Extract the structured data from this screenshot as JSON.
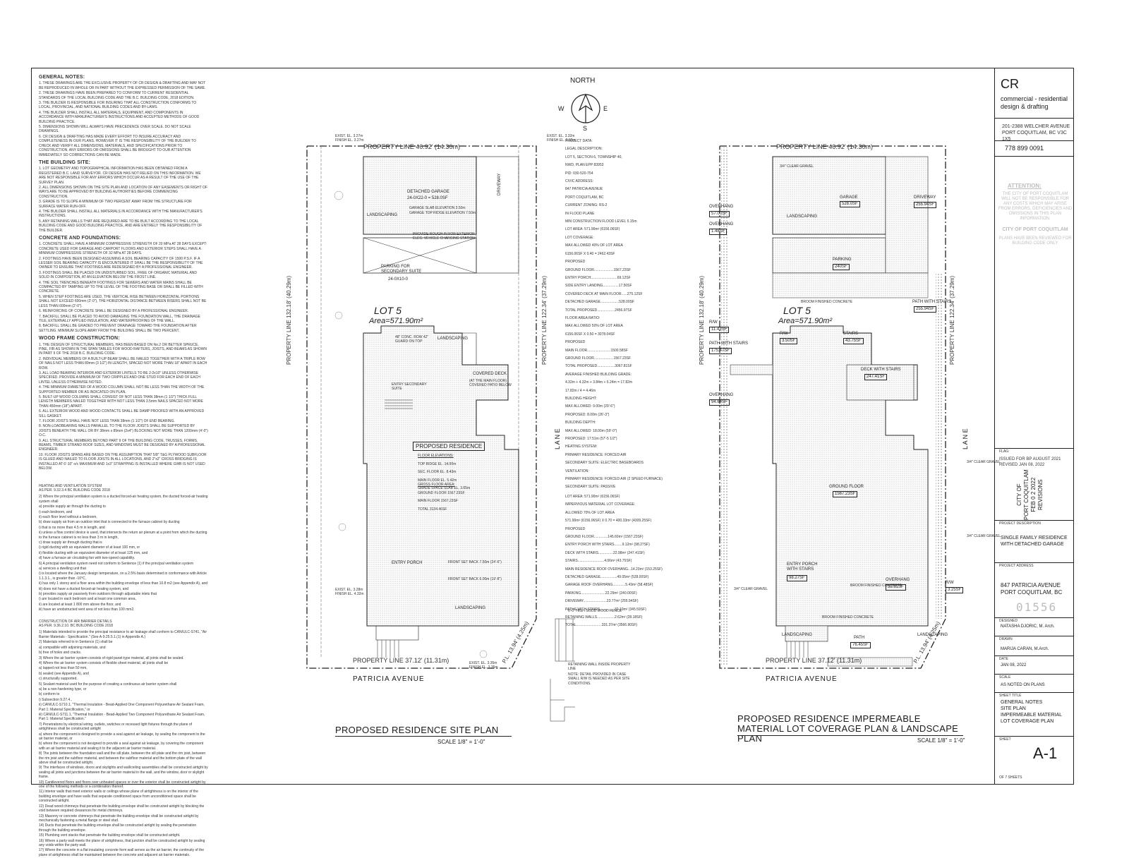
{
  "general_notes": {
    "title": "GENERAL NOTES:",
    "items": [
      "1. THESE DRAWINGS ARE THE EXCLUSIVE PROPERTY OF CR DESIGN & DRAFTING AND MAY NOT BE REPRODUCED IN WHOLE OR IN PART WITHOUT THE EXPRESSED PERMISSION OF THE SAME.",
      "2. THESE DRAWINGS HAVE BEEN PREPARED TO CONFORM TO CURRENT RESIDENTIAL STANDARDS OF THE LOCAL BUILDING CODE AND THE B.C. BUILDING CODE, 2018 EDITION.",
      "3. THE BUILDER IS RESPONSIBLE FOR INSURING THAT ALL CONSTRUCTION CONFORMS TO LOCAL, PROVINCIAL, AND NATIONAL BUILDING CODES AND BY-LAWS.",
      "4. THE BUILDER SHALL INSTALL ALL MATERIALS, EQUIPMENT, AND COMPONENTS IN ACCORDANCE WITH MANUFACTURER'S INSTRUCTIONS AND ACCEPTED METHODS OF GOOD BUILDING PRACTICE.",
      "5. DIMENSIONS SHOWN WILL ALWAYS HAVE PRECEDENCE OVER SCALE. DO NOT SCALE DRAWINGS.",
      "6. CR DESIGN & DRAFTING HAS MADE EVERY EFFORT TO INSURE ACCURACY AND COMPLETENESS IN OUR PLANS. HOWEVER IT IS THE RESPONSIBILITY OF THE BUILDER TO CHECK AND VERIFY ALL DIMENSIONS, MATERIALS, AND SPECIFICATIONS PRIOR TO CONSTRUCTION. ANY ERRORS OR OMISSIONS SHALL BE BROUGHT TO OUR ATTENTION IMMEDIATELY SO CORRECTIONS CAN BE MADE."
    ]
  },
  "building_site": {
    "title": "THE BUILDING SITE:",
    "items": [
      "1. LOT GEOMETRY AND TOPOGRAPHICAL INFORMATION HAS BEEN OBTAINED FROM A REGISTERED B.C. LAND SURVEYOR. CR DESIGN HAS NOT RELIED ON THIS INFORMATION. WE ARE NOT RESPONSIBLE FOR ANY ERRORS WHICH OCCUR AS A RESULT OF THE USE OF THE SURVEY PLAN.",
      "2. ALL DIMENSIONS SHOWN ON THE SITE PLAN AND LOCATION OF ANY EASEMENTS OR RIGHT OF WAYS ARE TO BE APPROVED BY BUILDING AUTHORITIES BEFORE COMMENCING CONSTRUCTION.",
      "3. GRADE IS TO SLOPE A MINIMUM OF TWO PERCENT AWAY FROM THE STRUCTURE FOR SURFACE WATER RUN-OFF.",
      "4. THE BUILDER SHALL INSTALL ALL MATERIALS IN ACCORDANCE WITH THE MANUFACTURER'S INSTRUCTIONS.",
      "5. ANY RETAINING WALLS THAT ARE REQUIRED ARE TO BE BUILT ACCORDING TO THE LOCAL BUILDING CODE AND GOOD BUILDING PRACTICE, AND ARE ENTIRELY THE RESPONSIBILITY OF THE BUILDER."
    ]
  },
  "concrete": {
    "title": "CONCRETE AND FOUNDATIONS:",
    "items": [
      "1. CONCRETE SHALL HAVE A MINIMUM COMPRESSIVE STRENGTH OF 20 MPa AT 28 DAYS EXCEPT: CONCRETE USED FOR GARAGE AND CARPORT FLOORS AND EXTERIOR STEPS SHALL HAVE A MINIMUM COMPRESSIVE STRENGTH OF 32 MPa AT 28 DAYS.",
      "2. FOOTINGS HAVE BEEN DESIGNED ASSUMING A SOIL BEARING CAPACITY OF 1500 P.S.F. IF A LESSER SOIL BEARING CAPACITY IS ENCOUNTERED IT SHALL BE THE RESPONSIBILITY OF THE OWNER TO ENSURE THAT FOOTINGS ARE REDESIGNED BY A PROFESSIONAL ENGINEER.",
      "3. FOOTINGS SHALL BE PLACED ON UNDISTURBED SOIL, FREE OF ORGANIC MATERIAL AND SOLID IN COMPOSITION, AT AN ELEVATION BELOW THE FROST LINE.",
      "4. THE SOIL TRENCHES BENEATH FOOTINGS FOR SEWERS AND WATER MAINS SHALL BE COMPACTED BY TAMPING UP TO THE LEVEL OF THE FOOTING BASE OR SHALL BE FILLED WITH CONCRETE.",
      "5. WHEN STEP FOOTINGS ARE USED, THE VERTICAL RISE BETWEEN HORIZONTAL PORTIONS SHALL NOT EXCEED 600mm (2'-0\"), THE HORIZONTAL DISTANCE BETWEEN RISERS SHALL NOT BE LESS THAN 600mm (2'-0\").",
      "6. REINFORCING OF CONCRETE SHALL BE DESIGNED BY A PROFESSIONAL ENGINEER.",
      "7. BACKFILL SHALL BE PLACED TO AVOID DAMAGING THE FOUNDATION WALL, THE DRAINAGE TILE, EXTERNALLY APPLIED INSULATION, AND WATERPROOFING OF THE WALL.",
      "8. BACKFILL SHALL BE GRADED TO PREVENT DRAINAGE TOWARD THE FOUNDATION AFTER SETTLING. MINIMUM SLOPE AWAY FROM THE BUILDING SHALL BE TWO PERCENT."
    ]
  },
  "wood_frame": {
    "title": "WOOD FRAME CONSTRUCTION:",
    "items": [
      "1. THE DESIGN OF STRUCTURAL MEMBERS, HAS BEEN BASED ON No.2 OR BETTER SPRUCE, PINE, FIR AS SHOWN IN THE SPAN TABLES FOR WOOD RAFTERS, JOISTS, AND BEAMS AS SHOWN IN PART 9 OF THE 2018 B.C. BUILDING CODE.",
      "2. INDIVIDUAL MEMBERS OF A BUILT-UP BEAM SHALL BE NAILED TOGETHER WITH A TRIPLE ROW OF NAILS NOT LESS THAN 89mm (3 1/2\") IN LENGTH, SPACED NOT MORE THAN 18\" APART IN EACH ROW.",
      "3. ALL LOAD BEARING INTERIOR AND EXTERIOR LINTELS TO BE 2-2x10\" UNLESS OTHERWISE SPECIFIED. PROVIDE A MINIMUM OF TWO CRIPPLES AND ONE STUD FOR EACH END OF EACH LINTEL UNLESS OTHERWISE NOTED.",
      "4. THE MINIMUM DIAMETER OF A WOOD COLUMN SHALL NOT BE LESS THAN THE WIDTH OF THE SUPPORTED MEMBER OR AS INDICATED ON PLAN.",
      "5. BUILT-UP WOOD COLUMNS SHALL CONSIST OF NOT LESS THAN 38mm (1 1/2\") THICK FULL LENGTH MEMBERS NAILED TOGETHER WITH NOT LESS THAN 3.5mm NAILS SPACED NOT MORE THAN 450mm (18\") APART.",
      "6. ALL EXTERIOR WOOD AND WOOD CONTACTS SHALL BE DAMP PROOFED WITH AN APPROVED SILL GASKET.",
      "7. FLOOR JOISTS SHALL HAVE NOT LESS THAN 38mm (1 1/2\") OF END BEARING.",
      "8. NON-LOADBEARING WALLS PARALLEL TO THE FLOOR JOISTS SHALL BE SUPPORTED BY JOISTS BENEATH THE WALL OR BY 38mm x 89mm (2x4\") BLOCKING NOT MORE THAN 1200mm (4'-0\") O.C.",
      "9. ALL STRUCTURAL MEMBERS BEYOND PART 9 OF THE BUILDING CODE, TRUSSES, FORMS, BEAMS, TIMBER STRAND ROOF SIZES, AND WINDOWS MUST BE DESIGNED BY A PROFESSIONAL ENGINEER.",
      "10. FLOOR JOISTS SPANS ARE BASED ON THE ASSUMPTION THAT 5/8\" T&G PLYWOOD SUBFLOOR IS GLUED AND NAILED TO FLOOR JOISTS IN ALL LOCATIONS, AND 2\"x2\" CROSS BRIDGING IS INSTALLED AT 6'-10\" o/c MAXIMUM AND 1x3\" STRAPPING IS INSTALLED WHERE GWB IS NOT USED BELOW."
    ]
  },
  "heating": {
    "title": "HEATING AND VENTILATION SYSTEM",
    "subtitle": "AS PER. 9.32.3.4 BC BUILDING CODE 2018",
    "items": [
      "2) Where the principal ventilation system is a ducted forced-air heating system, the ducted forced-air heating system shall",
      "a) provide supply air through the ducting to",
      "i) each bedroom, and",
      "ii) each floor level without a bedroom,",
      "b) draw supply air from an outdoor inlet that is connected to the furnace cabinet by ducting",
      "i) that is no more than 4.5 m in length, and",
      "ii) unless a flow control device is used, that intersects the return air plenum at a point from which the ducting to the furnace cabinet is no less than 3 m in length,",
      "c) draw supply air through ducting that is",
      "i) rigid ducting with an equivalent diameter of at least 100 mm, or",
      "ii) flexible ducting with an equivalent diameter of at least 125 mm, and",
      "d) have a furnace air circulating fan with two-speed capability.",
      "6) A principal ventilation system need not conform to Sentence (1) if the principal ventilation system",
      "a) services a dwelling unit that",
      "i) is located where the January design temperature, on a 2.5% basis determined in conformance with Article 1.1.3.1., is greater than -10°C,",
      "ii) has only 1 storey and a floor area within the building envelope of less than 10.8 m2 (see Appendix A), and",
      "iii) does not have a ducted forced-air heating system, and",
      "b) provides supply air passively from outdoors through adjustable inlets that",
      "i) are located in each bedroom and at least one common area,",
      "ii) are located at least 1 800 mm above the floor, and",
      "iii) have an unobstructed vent area of not less than 100 mm2."
    ]
  },
  "air_barrier": {
    "title": "CONSTRUCTION OF AIR BARRIER DETAILS",
    "subtitle": "AS PER. 9.36.2.10. BC BUILDING CODE 2018",
    "items": [
      "1) Materials intended to provide the principal resistance to air leakage shall conform to CAN/ULC-S741, \"Air Barrier Materials - Specification.\" (See A-9.25.5.1.(1) in Appendix A.)",
      "2) Materials referred to in Sentence (1) shall be",
      "a) compatible with adjoining materials, and",
      "b) free of holes and cracks.",
      "3) Where the air barrier system consists of rigid panel-type material, all joints shall be sealed.",
      "4) Where the air barrier system consists of flexible sheet material, all joints shall be",
      "a) lapped not less than 50 mm,",
      "b) sealed (see Appendix A), and",
      "c) structurally supported.",
      "5) Sealant material used for the purpose of creating a continuous air barrier system shall",
      "a) be a non-hardening type, or",
      "b) conform to",
      "i) Subsection 9.27.4.,",
      "ii) CAN/ULC-S710.1, \"Thermal Insulation - Bead-Applied One Component Polyurethane Air Sealant Foam, Part 1: Material Specification,\" or",
      "iii) CAN/ULC-S711.1, \"Thermal Insulation - Bead-Applied Two Component Polyurethane Air Sealant Foam, Part 1: Material Specification.\"",
      "7) Penetrations by electrical wiring, outlets, switches or recessed light fixtures through the plane of airtightness shall be constructed airtight",
      "a) where the component is designed to provide a seal against air leakage, by sealing the component to the air barrier material, or",
      "b) where the component is not designed to provide a seal against air leakage, by covering the component with an air barrier material and sealing it to the adjacent air barrier material.",
      "8) The joints between the foundation wall and the sill plate, between the sill plate and the rim joist, between the rim joist and the subfloor material, and between the subfloor material and the bottom plate of the wall above shall be constructed airtight.",
      "9) The interfaces of windows, doors and skylights and wall/ceiling assemblies shall be constructed airtight by sealing all joints and junctions between the air barrier material in the wall, and the window, door or skylight frame.",
      "10) Cantilevered floors and floors over unheated spaces or over the exterior shall be constructed airtight by one of the following methods or a combination thereof.",
      "11) Interior walls that meet exterior walls or ceilings whose plane of airtightness is on the interior of the building envelope and have walls that separate conditioned space from unconditioned space shall be constructed airtight.",
      "12) Dead wood chimneys that penetrate the building envelope shall be constructed airtight by blocking the void between required clearances for metal chimneys.",
      "13) Masonry or concrete chimneys that penetrate the building envelope shall be constructed airtight by mechanically fastening a metal flange or steel stud.",
      "14) Ducts that penetrate the building envelope shall be constructed airtight by sealing the penetration through the building envelope.",
      "15) Plumbing vent stacks that penetrate the building envelope shall be constructed airtight.",
      "16) Where a party wall meets the plane of airtightness, that junction shall be constructed airtight by sealing any voids within the party wall.",
      "17) Where the concrete in a flat insulating concrete form wall serves as the air barrier, the continuity of the plane of airtightness shall be maintained between the concrete and adjacent air barrier materials."
    ]
  },
  "north": {
    "label": "NORTH",
    "w": "W",
    "e": "E",
    "s": "S"
  },
  "project_data": {
    "title": "PROJECT DATA:",
    "legal_title": "LEGAL DESCRIPTION:",
    "legal": [
      "LOT 5, SECTION 6, TOWNSHIP 40,",
      "NWD, PLAN EPP 83953",
      "PID: 030-520-754"
    ],
    "civic_title": "CIVIC ADDRESS:",
    "civic": [
      "847 PATRICIA AVENUE",
      "PORT COQUITLAM, BC"
    ],
    "zoning": [
      "CURRENT ZONING: RS-2",
      "IN FLOOD PLANE",
      "MIN CONSTRUCTION FLOOD LEVEL 5.15m"
    ],
    "lot_area": "LOT AREA: 571.90m² (6156.06SF)",
    "coverage_title": "LOT COVERAGE:",
    "coverage": [
      "MAX ALLOWED 40% OF LOT AREA",
      "6156.06SF X 0.40 = 2462.43SF",
      "PROPOSED",
      "GROUND FLOOR....................1567.23SF",
      "ENTRY PORCH...........................69.12SF",
      "SIDE ENTRY LANDING................17.50SF",
      "COVERED DECK AT MAIN FLOOR......275.12SF",
      "DETACHED GARAGE...................528.00SF",
      "TOTAL PROPOSED..................2456.97SF"
    ],
    "far_title": "FLOOR AREA RATIO:",
    "far": [
      "MAX ALLOWED 50% OF LOT AREA",
      "6156.06SF X 0.50 = 3078.04SF",
      "PROPOSED",
      "MAIN FLOOR........................1500.58SF",
      "GROUND FLOOR....................1567.23SF",
      "TOTAL PROPOSED..................3067.81SF"
    ],
    "grade_title": "AVERAGE FINISHED BUILDING GRADE:",
    "grade": [
      "4.32m + 4.32m + 3.84m + 5.24m = 17.82m",
      "17.82m / 4 = 4.46m"
    ],
    "height_title": "BUILDING HEIGHT:",
    "height": [
      "MAX ALLOWED: 9.00m (29'-6\")",
      "PROPOSED: 8.00m (26'-3\")"
    ],
    "depth_title": "BUILDING DEPTH:",
    "depth": [
      "MAX ALLOWED: 18.00m (59'-0\")",
      "PROPOSED: 17.51m (57'-5 1/2\")"
    ],
    "heating_title": "HEATING SYSTEM:",
    "heating": [
      "PRIMARY RESIDENCE: FORCED AIR",
      "SECONDARY SUITE: ELECTRIC BASEBOARDS"
    ],
    "vent_title": "VENTILATION:",
    "vent": [
      "PRIMARY RESIDENCE: FORCED AIR (2 SPEED FURNACE)",
      "SECONDARY SUITE: PASSIVE"
    ],
    "lot_area2": "LOT AREA: 571.90m² (6156.06SF)",
    "imperv_title": "IMPERVIOUS MATERIAL LOT COVERAGE:",
    "imperv": [
      "ALLOWED 70% OF LOT AREA",
      "571.90m² (6156.06SF) X 0.70 = 400.33m² (4309.25SF)",
      "PROPOSED",
      "GROUND FLOOR..............145.60m² (1567.23SF)",
      "ENTRY PORCH WITH STAIRS........9.12m² (98.27SF)",
      "DECK WITH STAIRS...............22.98m² (247.41SF)",
      "STAIRS...........................4.06m² (43.75SF)",
      "MAIN RESIDENCE ROOF OVERHANG...14.23m² (153.25SF)",
      "DETACHED GARAGE.................49.05m² (528.00SF)",
      "GARAGE ROOF OVERHANG.............5.43m² (58.48SF)",
      "PARKING.........................22.29m² (240.00SF)",
      "DRIVEWAY........................23.77m² (255.94SF)",
      "PATHS WITH STAIRS...............32.10m² (345.59SF)",
      "RETAINING WALLS..................2.62m² (28.18SF)",
      "TOTAL..........................331.37m² (3566.90SF)"
    ]
  },
  "site_plan": {
    "title": "PROPOSED RESIDENCE SITE PLAN",
    "scale": "SCALE 1/8\" = 1'-0\"",
    "pl_top": "PROPERTY LINE 46.92' (14.30m)",
    "pl_bottom": "PROPERTY LINE 37.12' (11.31m)",
    "pl_left": "PROPERTY LINE 132.18' (40.29m)",
    "pl_right": "PROPERTY LINE 122.34' (37.29m)",
    "pl_corner": "P.L. 13.94' (4.25m)",
    "street": "PATRICIA AVENUE",
    "lane": "L A N E",
    "lot": "LOT 5",
    "area": "Area=571.90m²",
    "garage": "DETACHED GARAGE",
    "garage_area": "24-0X22-0 = 528.0SF",
    "garage_slab": "GARAGE SLAB ELEVATION   3.50m",
    "garage_top": "GARAGE TOP RIDGE ELEVATION   7.50m",
    "parking": "PARKING FOR SECONDARY SUITE",
    "parking_dim": "24-0X10-0",
    "covered_deck": "COVERED DECK",
    "covered_deck_sub": "(AT THE MAIN FLOOR) COVERED PATIO BELOW",
    "residence": "PROPOSED RESIDENCE",
    "floor_elev_title": "FLOOR ELEVATIONS:",
    "floor_elev": [
      "TOP RIDGE EL. 14.00m",
      "SEC. FLOOR EL. 8.43m",
      "MAIN FLOOR EL. 5.42m",
      "GRADE SPACE SLAB EL. 3.65m"
    ],
    "gross_title": "GROSS FLOOR AREA:",
    "gross": [
      "GROUND FLOOR 1567.23SF",
      "MAIN FLOOR 1567.23SF",
      "TOTAL 3134.46SF"
    ],
    "entry_porch": "ENTRY PORCH",
    "landscaping": "LANDSCAPING",
    "driveway": "DRIVEWAY",
    "front_setback1": "FRONT SET BACK 7.50m (24'-6\")",
    "front_setback2": "FRONT SET BACK 6.00m (19'-8\")",
    "conc_row": "48\" CONC. ROW 42\" GUARD ON TOP",
    "entry_secondary": "ENTRY SECONDARY SUITE",
    "ev_note": "PROVIDE ROUGH IN FOR EXTERIOR ELEC. VEHICLE CHARGING STATION",
    "fence": "6'-0\" HIGH SOLID WOOD FENCE",
    "retaining": "RETAINING WALL INSIDE PROPERTY LINE",
    "retaining_note": "NOTE: DETAIL PROVIDED IN CASE SMALL R/W IS NEEDED AS PER SITE CONDITIONS.",
    "exist1": "EXIST. EL. 3.27m",
    "finish1": "FINISH EL. 3.27m",
    "exist2": "EXIST. EL. 3.32m",
    "finish2": "FINISH EL. 3.32m",
    "exist3": "EXIST. EL. 3.28m",
    "finish3": "FINISH EL. 4.32m",
    "exist4": "EXIST. EL. 3.35m",
    "finish4": "FINISH EL. 3.35m"
  },
  "coverage_plan": {
    "title": "PROPOSED RESIDENCE IMPERMEABLE MATERIAL LOT COVERAGE PLAN & LANDSCAPE PLAN",
    "scale": "SCALE 1/8\" = 1'-0\"",
    "garage": "GARAGE",
    "garage_sf": "528.0SF",
    "overhang1": "OVERHANG",
    "overhang1_sf": "57.00SF",
    "overhang2": "OVERHANG",
    "overhang2_sf": "1.48SF",
    "driveway": "DRIVEWAY",
    "driveway_sf": "255.94SF",
    "parking": "PARKING",
    "parking_sf": "240SF",
    "path_stairs": "PATH WITH STAIRS",
    "path_stairs_sf": "255.94SF",
    "rw": "R/W",
    "rw_sf": "11.43SF",
    "rw2": "R/W",
    "rw2_sf": "3.50SF",
    "stairs": "STAIRS",
    "stairs_sf": "43.75SF",
    "path_stairs2": "PATH WITH STAIRS",
    "path_stairs2_sf": "175.47SF",
    "deck": "DECK WITH STAIRS",
    "deck_sf": "247.41SF",
    "overhang3": "OVERHANG",
    "overhang3_sf": "94.64SF",
    "ground_floor": "GROUND FLOOR",
    "ground_floor_sf": "1567.23SF",
    "entry_porch": "ENTRY PORCH WITH STAIRS",
    "entry_porch_sf": "98.27SF",
    "overhang4": "OVERHANG",
    "overhang4_sf": "58.61SF",
    "path": "PATH",
    "path_sf": "76.45SF",
    "rw3": "R/W",
    "rw3_sf": "3.25SF",
    "broom": "BROOM FINISHED CONCRETE",
    "gravel": "3/4\" CLEAR GRAVEL",
    "landscaping": "LANDSCAPING",
    "lot": "LOT 5",
    "area": "Area=571.90m²",
    "pl_top": "PROPERTY LINE 46.92' (14.30m)",
    "pl_bottom": "PROPERTY LINE 37.12' (11.31m)",
    "pl_left": "PROPERTY LINE 132.18' (40.29m)",
    "pl_right": "PROPERTY LINE 122.34' (37.29m)",
    "pl_corner": "P.L. 13.94' (4.25m)",
    "street": "PATRICIA AVENUE",
    "lane": "L A N E"
  },
  "title_block": {
    "logo": "CR",
    "company": [
      "commercial - residential",
      "design & drafting"
    ],
    "address": [
      "201-2388 WELCHER AVENUE",
      "PORT COQUITLAM, BC V3C 1X5"
    ],
    "phone": "778 899 0091",
    "attention_title": "ATTENTION:",
    "attention": "THE CITY OF PORT COQUITLAM WILL NOT BE RESPONSIBLE FOR ANY COSTS WHICH MAY ARISE FROM ERRORS, DEFICIENCIES AND OMISSIONS IN THIS PLAN INFORMATION.",
    "city_stamp": "CITY OF PORT COQUITLAM",
    "city_stamp_sub": "PLANS HAVE BEEN REVIEWED FOR BUILDING CODE ONLY",
    "issued_label": "FLAG:",
    "issued": [
      "ISSUED FOR BP AUGUST 2021",
      "REVISED JAN 08, 2022"
    ],
    "revisions_stamp": [
      "CITY OF",
      "PORT COQUITLAM",
      "FEB 0 2 2022",
      "REVISIONS"
    ],
    "proj_desc_label": "PROJECT DESCRIPTION",
    "proj_desc": [
      "SINGLE FAMILY RESIDENCE",
      "WITH DETACHED GARAGE"
    ],
    "proj_addr_label": "PROJECT ADDRESS",
    "proj_addr": [
      "847 PATRICIA AVENUE",
      "PORT COQUITLAM, BC"
    ],
    "permit_no": "01556",
    "designed_label": "DESIGNED",
    "designed": "NATASHA DJORIC, M. Arch.",
    "drawn_label": "DRAWN",
    "drawn": "MARIJA CARAN, M.Arch.",
    "date_label": "DATE",
    "date": "JAN 08, 2022",
    "scale_label": "SCALE",
    "scale": "AS NOTED ON PLANS",
    "sheet_title_label": "SHEET TITLE",
    "sheet_title": [
      "GENERAL NOTES",
      "SITE PLAN",
      "IMPERMEABLE MATERIAL",
      "LOT COVERAGE PLAN"
    ],
    "sheet_label": "SHEET",
    "sheet_no": "A-1",
    "of_sheets": "OF 7 SHEETS"
  },
  "colors": {
    "line": "#222222",
    "hatch": "#9a9a9a",
    "stamp": "#bdbdbd"
  }
}
